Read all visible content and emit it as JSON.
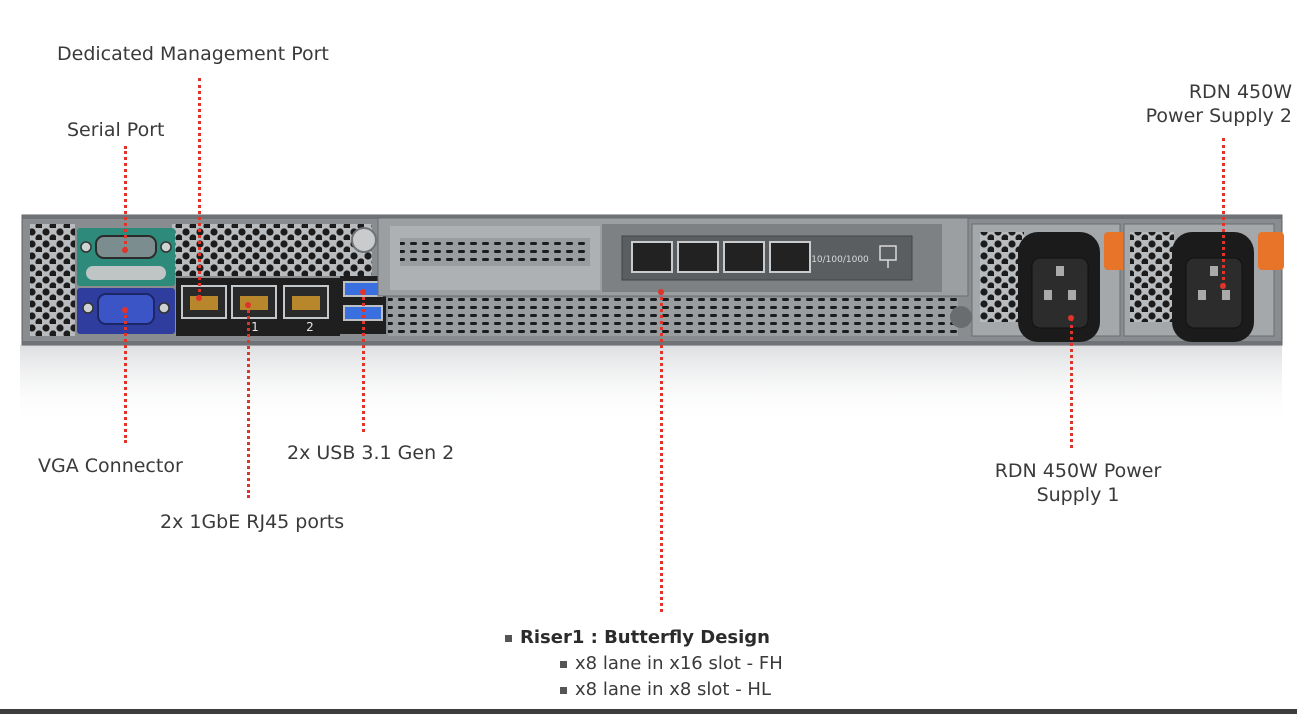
{
  "labels": {
    "mgmt": "Dedicated Management Port",
    "serial": "Serial Port",
    "psu2_line1": "RDN 450W",
    "psu2_line2": "Power Supply 2",
    "vga": "VGA Connector",
    "usb": "2x USB 3.1 Gen 2",
    "rj45": "2x 1GbE RJ45 ports",
    "psu1_line1": "RDN 450W Power",
    "psu1_line2": "Supply 1"
  },
  "riser": {
    "title": "Riser1 : Butterfly Design",
    "items": [
      "x8 lane in x16 slot - FH",
      "x8 lane in x8 slot - HL"
    ]
  },
  "panel": {
    "port_labels": [
      "1",
      "2"
    ],
    "nic_text": "10/100/1000"
  },
  "colors": {
    "leader": "#e0342a",
    "chassis": "#8a8d90",
    "serial_block": "#2e8a7a",
    "vga_block": "#2f3e9e",
    "psu_latch": "#e8742a"
  },
  "icons": [
    "serial-port-icon",
    "vga-port-icon",
    "rj45-port-icon",
    "usb-port-icon",
    "power-inlet-icon",
    "network-symbol-icon"
  ]
}
